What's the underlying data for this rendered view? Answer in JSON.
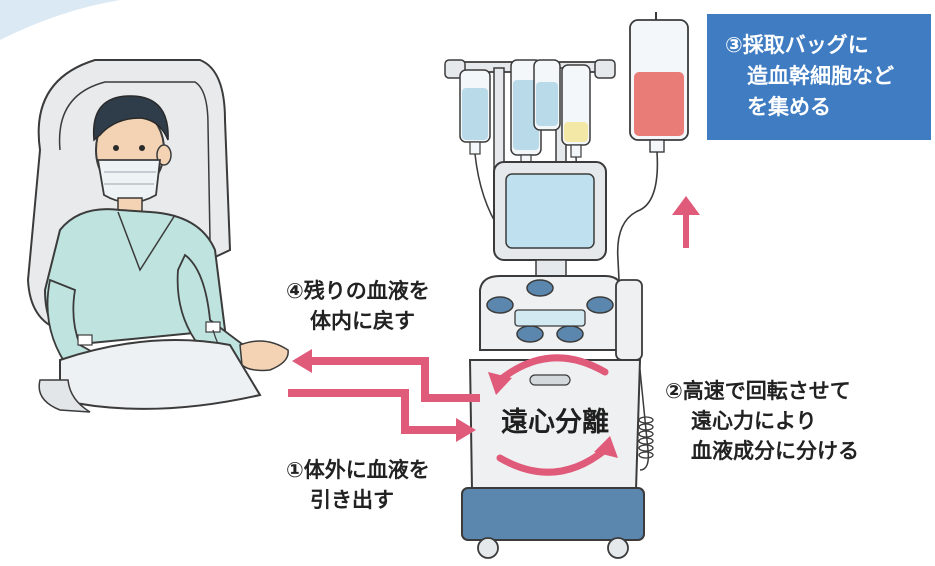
{
  "steps": {
    "step1": {
      "line1": "①体外に血液を",
      "line2": "引き出す"
    },
    "step2": {
      "line1": "②高速で回転させて",
      "line2": "遠心力により",
      "line3": "血液成分に分ける"
    },
    "step3": {
      "line1": "③採取バッグに",
      "line2": "造血幹細胞など",
      "line3": "を集める"
    },
    "step4": {
      "line1": "④残りの血液を",
      "line2": "体内に戻す"
    }
  },
  "center_label": "遠心分離",
  "colors": {
    "arrow": "#e05a7a",
    "callout": "#3f7cc2",
    "gown": "#bfe3de",
    "machine_body": "#eef0f2",
    "machine_base": "#5b86ad",
    "screen": "#bfe0ee",
    "bag_fluid_blue": "#b9dbe9",
    "bag_fluid_yellow": "#f4e8a6",
    "collection_bag_fluid": "#ea7c78"
  },
  "icons": [
    "patient-illustration",
    "apheresis-machine",
    "iv-bags",
    "collection-bag",
    "centrifuge-rotation-arrows",
    "flow-arrows"
  ]
}
